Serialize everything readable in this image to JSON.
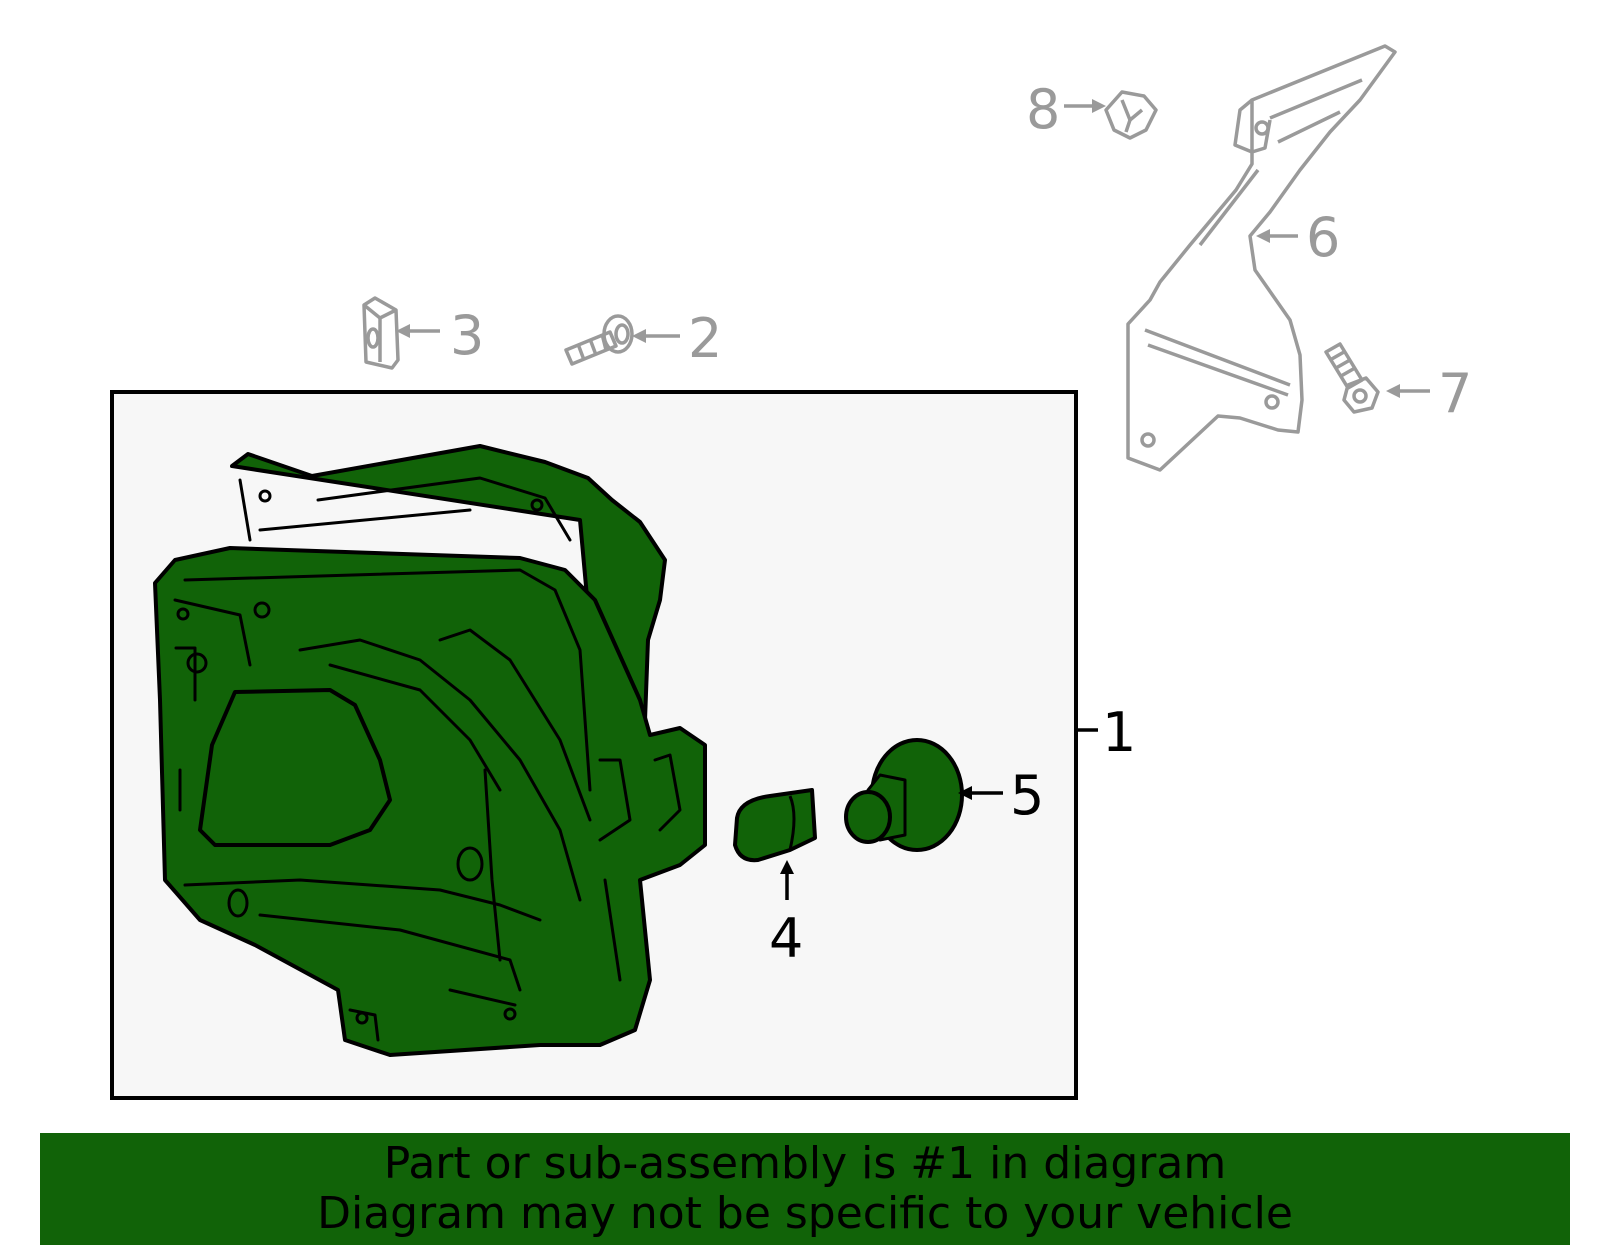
{
  "diagram": {
    "colors": {
      "highlight_fill": "#116308",
      "context_line": "#9a9a9a",
      "outline": "#000000",
      "box_fill": "#f7f7f7"
    },
    "callouts": [
      {
        "id": "1",
        "label": "1",
        "part": "headlamp-assembly",
        "highlighted": true
      },
      {
        "id": "2",
        "label": "2",
        "part": "screw",
        "highlighted": false
      },
      {
        "id": "3",
        "label": "3",
        "part": "clip-nut",
        "highlighted": false
      },
      {
        "id": "4",
        "label": "4",
        "part": "bulb",
        "highlighted": true
      },
      {
        "id": "5",
        "label": "5",
        "part": "socket",
        "highlighted": true
      },
      {
        "id": "6",
        "label": "6",
        "part": "mounting-bracket",
        "highlighted": false
      },
      {
        "id": "7",
        "label": "7",
        "part": "bolt",
        "highlighted": false
      },
      {
        "id": "8",
        "label": "8",
        "part": "nut",
        "highlighted": false
      }
    ]
  },
  "footer": {
    "line1": "Part or sub-assembly is #1 in diagram",
    "line2": "Diagram may not be specific to your vehicle"
  }
}
